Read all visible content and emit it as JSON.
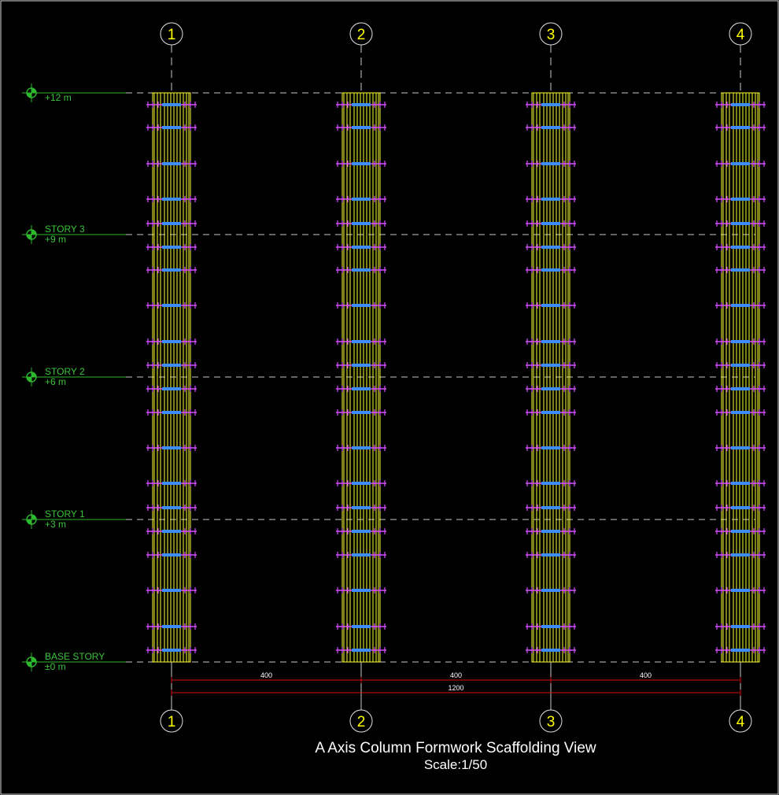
{
  "drawing": {
    "title": "A Axis Column Formwork Scaffolding View",
    "scale": "Scale:1/50",
    "colors": {
      "background": "#000000",
      "border": "#d8d8d8",
      "axis_bubble": "#ffff00",
      "level_marker": "#2db82d",
      "level_text": "#3cc33c",
      "dimension": "#d01010",
      "scaffold_frame": "#ffff33",
      "scaffold_clamp": "#d64dff",
      "scaffold_tie": "#3f8cff",
      "grid_line": "#c8c8c8"
    }
  },
  "grid_axes": [
    {
      "label": "1"
    },
    {
      "label": "2"
    },
    {
      "label": "3"
    },
    {
      "label": "4"
    }
  ],
  "levels": [
    {
      "name": "",
      "elevation": "+12 m"
    },
    {
      "name": "STORY 3",
      "elevation": "+9 m"
    },
    {
      "name": "STORY 2",
      "elevation": "+6 m"
    },
    {
      "name": "STORY 1",
      "elevation": "+3 m"
    },
    {
      "name": "BASE STORY",
      "elevation": "±0 m"
    }
  ],
  "dimensions": {
    "spans": [
      "400",
      "400",
      "400"
    ],
    "total": "1200"
  }
}
